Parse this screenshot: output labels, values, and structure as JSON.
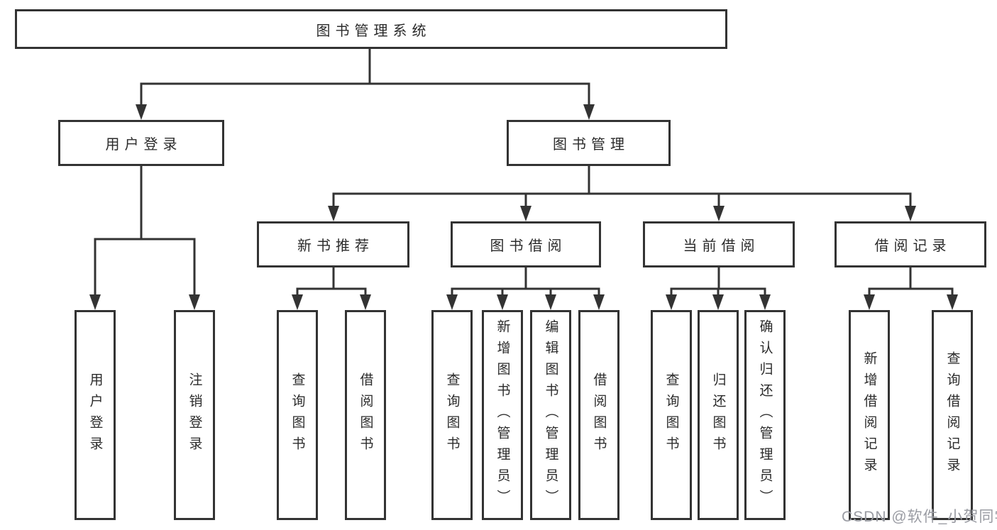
{
  "diagram": {
    "root": {
      "label": "图书管理系统"
    },
    "branches": [
      {
        "label": "用户登录",
        "children": [
          {
            "label": "用户登录"
          },
          {
            "label": "注销登录"
          }
        ]
      },
      {
        "label": "图书管理",
        "children": [
          {
            "label": "新书推荐",
            "children": [
              {
                "label": "查询图书"
              },
              {
                "label": "借阅图书"
              }
            ]
          },
          {
            "label": "图书借阅",
            "children": [
              {
                "label": "查询图书"
              },
              {
                "label": "新增图书（管理员）"
              },
              {
                "label": "编辑图书（管理员）"
              },
              {
                "label": "借阅图书"
              }
            ]
          },
          {
            "label": "当前借阅",
            "children": [
              {
                "label": "查询图书"
              },
              {
                "label": "归还图书"
              },
              {
                "label": "确认归还（管理员）"
              }
            ]
          },
          {
            "label": "借阅记录",
            "children": [
              {
                "label": "新增借阅记录"
              },
              {
                "label": "查询借阅记录"
              }
            ]
          }
        ]
      }
    ]
  },
  "watermark": {
    "text": "CSDN @软件_小贺同学"
  },
  "colors": {
    "line": "#333333",
    "border": "#333333",
    "text": "#2b2b2b",
    "watermark": "#9a9ca3",
    "background": "#ffffff"
  }
}
